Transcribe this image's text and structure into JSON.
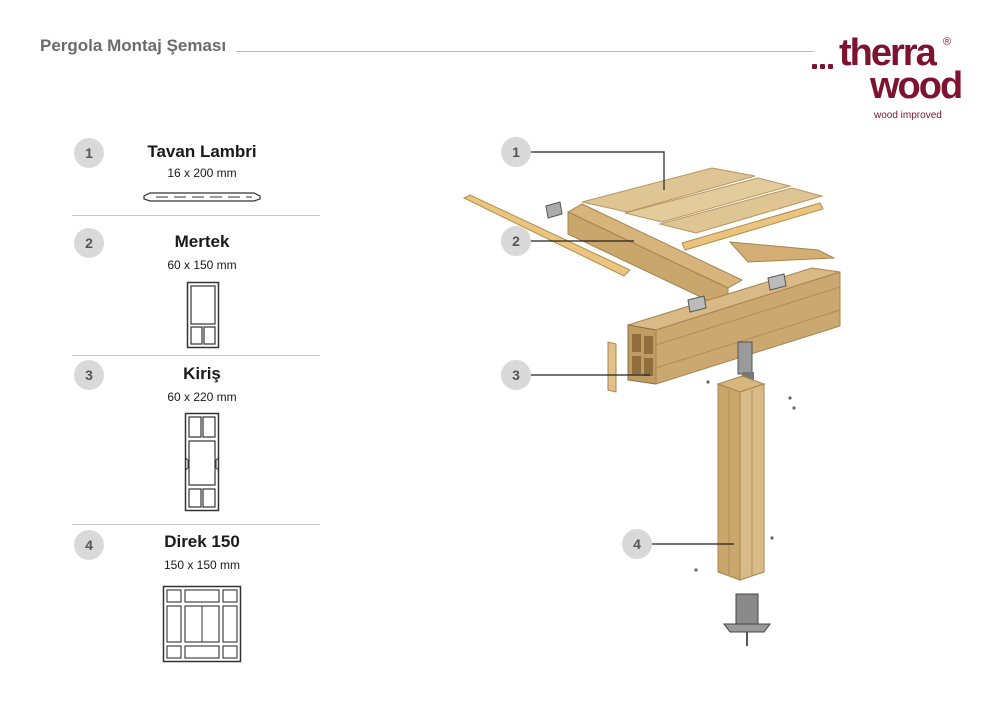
{
  "header": {
    "title": "Pergola Montaj Şeması"
  },
  "logo": {
    "word1": "therra",
    "word2": "wood",
    "tagline": "wood improved",
    "registered": "®",
    "color": "#7d1330"
  },
  "parts": [
    {
      "number": "1",
      "name": "Tavan Lambri",
      "dimensions": "16 x 200 mm"
    },
    {
      "number": "2",
      "name": "Mertek",
      "dimensions": "60 x 150 mm"
    },
    {
      "number": "3",
      "name": "Kiriş",
      "dimensions": "60 x 220 mm"
    },
    {
      "number": "4",
      "name": "Direk 150",
      "dimensions": "150 x 150 mm"
    }
  ],
  "callouts": [
    "1",
    "2",
    "3",
    "4"
  ],
  "colors": {
    "wood_light": "#dcc08e",
    "wood_mid": "#c9a66b",
    "wood_dark": "#a8844e",
    "circle": "#d9d9d9",
    "rule": "#b8b8b8"
  }
}
